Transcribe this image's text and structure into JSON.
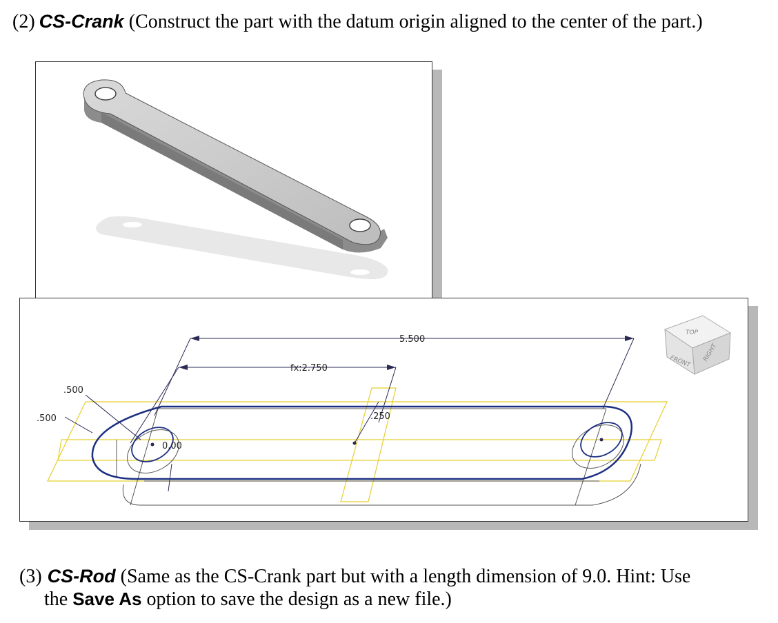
{
  "section2": {
    "number": "(2)",
    "name": "CS-Crank",
    "description": "(Construct the part with the datum origin aligned to the center of the part.)"
  },
  "sketch": {
    "dim_overall": "5.500",
    "dim_half": "fx:2.750",
    "dim_radius_a": ".500",
    "dim_radius_b": ".500",
    "dim_offset": "0.00",
    "dim_thickness": ".250",
    "viewcube": {
      "top": "TOP",
      "front": "FRONT",
      "right": "RIGHT"
    }
  },
  "section3": {
    "number": "(3)",
    "name": "CS-Rod",
    "text_before": "(Same as the CS-Crank part but with a length dimension of 9.0. Hint: Use",
    "text_line2_start": "the",
    "command": "Save As",
    "text_line2_end": "option to save the design as a new file.)"
  }
}
